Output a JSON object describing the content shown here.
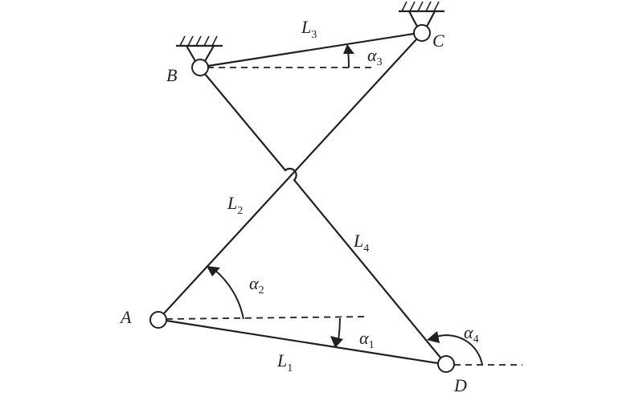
{
  "diagram": {
    "joints": {
      "A": "A",
      "B": "B",
      "C": "C",
      "D": "D"
    },
    "links": {
      "L1": {
        "base": "L",
        "sub": "1"
      },
      "L2": {
        "base": "L",
        "sub": "2"
      },
      "L3": {
        "base": "L",
        "sub": "3"
      },
      "L4": {
        "base": "L",
        "sub": "4"
      }
    },
    "angles": {
      "a1": {
        "base": "α",
        "sub": "1"
      },
      "a2": {
        "base": "α",
        "sub": "2"
      },
      "a3": {
        "base": "α",
        "sub": "3"
      },
      "a4": {
        "base": "α",
        "sub": "4"
      }
    },
    "colors": {
      "ink": "#231f20",
      "background": "#ffffff"
    }
  }
}
